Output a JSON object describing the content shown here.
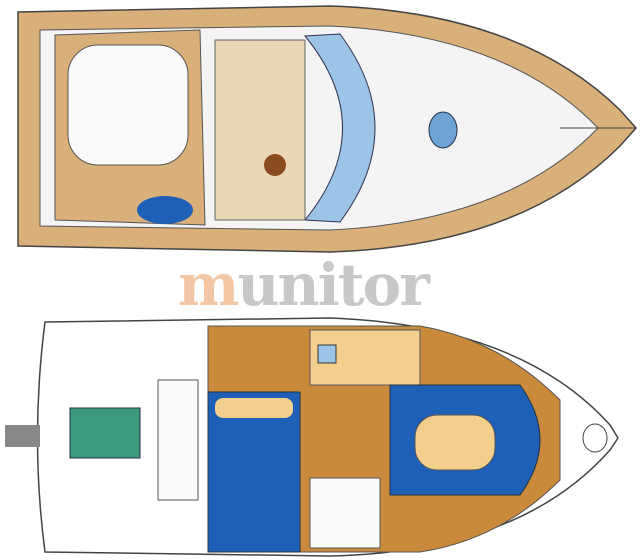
{
  "watermark": {
    "first": "m",
    "rest": "unitor"
  },
  "colors": {
    "teak": "#d9b07a",
    "wood": "#c98a3c",
    "blue": "#1e5fb8",
    "lightblue": "#9cc4e6",
    "cream": "#f3cf8e",
    "line": "#444444"
  },
  "views": [
    "deck-plan",
    "interior-layout"
  ]
}
